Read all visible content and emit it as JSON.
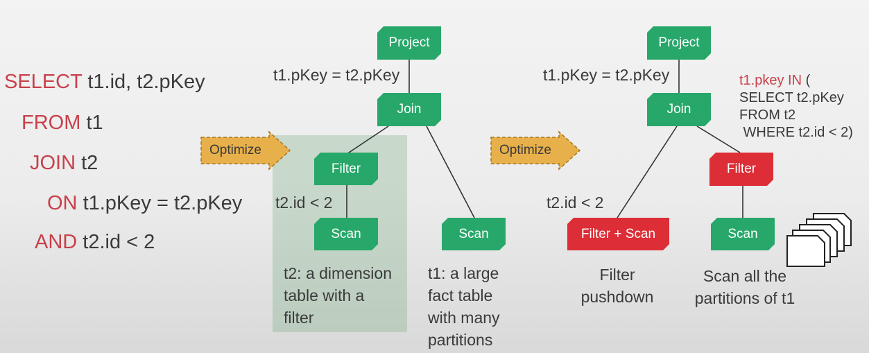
{
  "sql": {
    "select_kw": "SELECT",
    "select_cols": "t1.id, t2.pKey",
    "from_kw": "FROM",
    "from_table": "t1",
    "join_kw": "JOIN",
    "join_table": "t2",
    "on_kw": "ON",
    "on_cond": "t1.pKey = t2.pKey",
    "and_kw": "AND",
    "and_cond": "t2.id < 2"
  },
  "optimize_label": "Optimize",
  "plan_left": {
    "project": "Project",
    "join_cond": "t1.pKey = t2.pKey",
    "join": "Join",
    "filter": "Filter",
    "filter_cond": "t2.id < 2",
    "scan_left": "Scan",
    "scan_right": "Scan",
    "caption_left": [
      "t2: a dimension",
      "table with a",
      "filter"
    ],
    "caption_right": [
      "t1: a large",
      "fact table",
      "with many",
      "partitions"
    ]
  },
  "plan_right": {
    "project": "Project",
    "join_cond": "t1.pKey = t2.pKey",
    "join": "Join",
    "subquery_kw": "t1.pkey IN",
    "subquery_paren": " (",
    "subquery_lines": [
      "SELECT t2.pKey",
      "FROM t2",
      " WHERE t2.id < 2)"
    ],
    "filter_scan": "Filter + Scan",
    "filter_cond": "t2.id < 2",
    "filter": "Filter",
    "scan": "Scan",
    "caption_left": [
      "Filter",
      "pushdown"
    ],
    "caption_right": [
      "Scan all the",
      "partitions of t1"
    ]
  },
  "colors": {
    "node_green": "#27a86a",
    "node_red": "#dd2d36",
    "keyword": "#c8404a",
    "optimize_arrow": "#e8b04a"
  },
  "icons": {
    "partitions": "stacked-pages-icon"
  }
}
